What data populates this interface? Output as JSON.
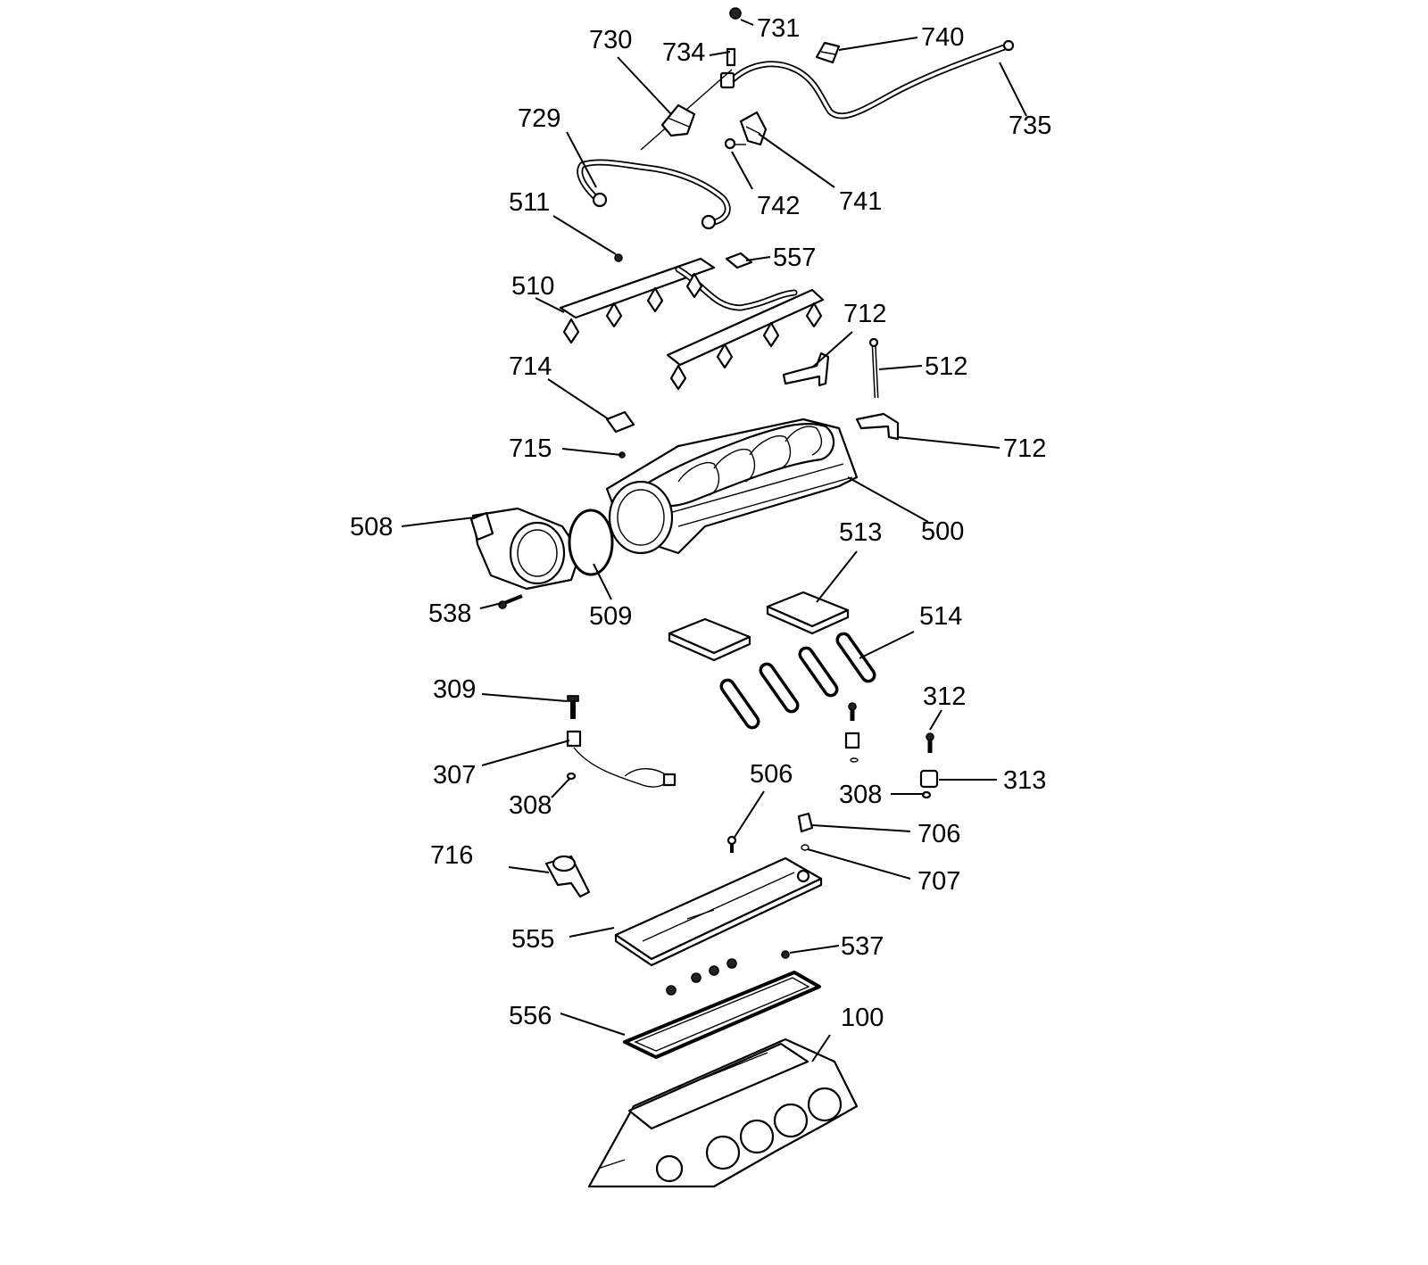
{
  "callouts": [
    {
      "id": "c731",
      "text": "731"
    },
    {
      "id": "c740",
      "text": "740"
    },
    {
      "id": "c730",
      "text": "730"
    },
    {
      "id": "c734",
      "text": "734"
    },
    {
      "id": "c735",
      "text": "735"
    },
    {
      "id": "c729",
      "text": "729"
    },
    {
      "id": "c742",
      "text": "742"
    },
    {
      "id": "c741",
      "text": "741"
    },
    {
      "id": "c511",
      "text": "511"
    },
    {
      "id": "c557",
      "text": "557"
    },
    {
      "id": "c510",
      "text": "510"
    },
    {
      "id": "c712a",
      "text": "712"
    },
    {
      "id": "c512",
      "text": "512"
    },
    {
      "id": "c714",
      "text": "714"
    },
    {
      "id": "c712b",
      "text": "712"
    },
    {
      "id": "c715",
      "text": "715"
    },
    {
      "id": "c500",
      "text": "500"
    },
    {
      "id": "c508",
      "text": "508"
    },
    {
      "id": "c513",
      "text": "513"
    },
    {
      "id": "c538",
      "text": "538"
    },
    {
      "id": "c509",
      "text": "509"
    },
    {
      "id": "c514",
      "text": "514"
    },
    {
      "id": "c309",
      "text": "309"
    },
    {
      "id": "c312",
      "text": "312"
    },
    {
      "id": "c307",
      "text": "307"
    },
    {
      "id": "c506",
      "text": "506"
    },
    {
      "id": "c313",
      "text": "313"
    },
    {
      "id": "c308a",
      "text": "308"
    },
    {
      "id": "c308b",
      "text": "308"
    },
    {
      "id": "c706",
      "text": "706"
    },
    {
      "id": "c716",
      "text": "716"
    },
    {
      "id": "c707",
      "text": "707"
    },
    {
      "id": "c555",
      "text": "555"
    },
    {
      "id": "c537",
      "text": "537"
    },
    {
      "id": "c556",
      "text": "556"
    },
    {
      "id": "c100",
      "text": "100"
    }
  ]
}
